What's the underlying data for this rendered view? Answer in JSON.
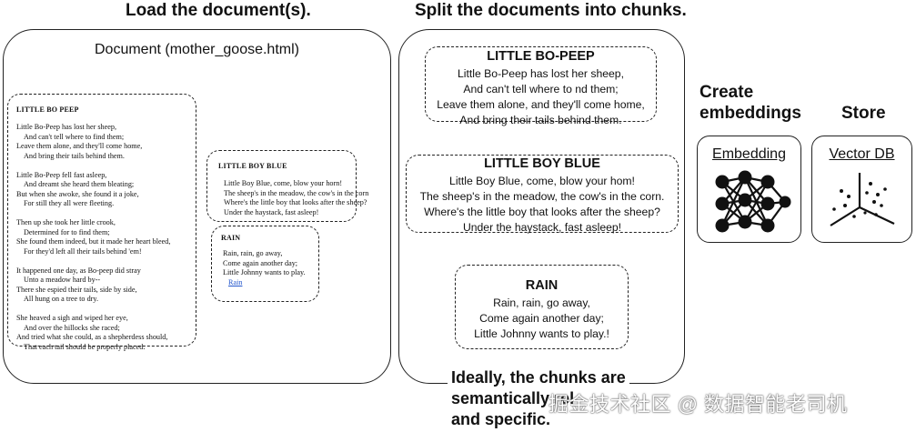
{
  "headings": {
    "load": "Load the document(s).",
    "split": "Split the documents into chunks.",
    "create": "Create embeddings",
    "store": "Store"
  },
  "document": {
    "title": "Document (mother_goose.html)",
    "bo_peep": {
      "title": "LITTLE BO PEEP",
      "stanzas": [
        [
          "Little Bo-Peep has lost her sheep,",
          "And can't tell where to find them;",
          "Leave them alone, and they'll come home,",
          "And bring their tails behind them."
        ],
        [
          "Little Bo-Peep fell fast asleep,",
          "And dreamt she heard them bleating;",
          "But when she awoke, she found it a joke,",
          "For still they all were fleeting."
        ],
        [
          "Then up she took her little crook,",
          "Determined for to find them;",
          "She found them indeed, but it made her heart bleed,",
          "For they'd left all their tails behind 'em!"
        ],
        [
          "It happened one day, as Bo-peep did stray",
          "Unto a meadow hard by--",
          "There she espied their tails, side by side,",
          "All hung on a tree to dry."
        ],
        [
          "She heaved a sigh and wiped her eye,",
          "And over the hillocks she raced;",
          "And tried what she could, as a shepherdess should,",
          "That each tail should be properly placed."
        ]
      ]
    },
    "boy_blue": {
      "title": "LITTLE BOY BLUE",
      "lines": [
        "Little Boy Blue, come, blow your horn!",
        "The sheep's in the meadow, the cow's in the corn",
        "Where's the little boy that looks after the sheep?",
        "Under the haystack, fast asleep!"
      ]
    },
    "rain": {
      "title": "RAIN",
      "lines": [
        "Rain, rain, go away,",
        "Come again another day;",
        "Little Johnny wants to play."
      ],
      "link": "Rain"
    }
  },
  "chunks": {
    "bo_peep": {
      "title": "LITTLE BO-PEEP",
      "lines": [
        "Little Bo-Peep has lost her sheep,",
        "And can't tell where to   nd them;",
        "Leave them alone, and they'll come home,",
        "And bring their tails behind them."
      ]
    },
    "boy_blue": {
      "title": "LITTLE BOY BLUE",
      "lines": [
        "Little Boy Blue, come, blow your hom!",
        "The sheep's in the meadow, the cow's in the corn.",
        "Where's the little boy that looks after the sheep?",
        "Under the haystack, fast asleep!"
      ]
    },
    "rain": {
      "title": "RAIN",
      "lines": [
        "Rain, rain, go away,",
        "Come again another day;",
        "Little Johnny wants to play.!"
      ]
    }
  },
  "note": {
    "lines": [
      "Ideally, the chunks are",
      "semantically rel",
      "and specific."
    ]
  },
  "tools": {
    "embedding": {
      "label": "Embedding",
      "icon": "neural-network-icon"
    },
    "vector_db": {
      "label": "Vector DB",
      "icon": "vector-scatter-icon"
    }
  },
  "watermark": "掘金技术社区 @ 数据智能老司机"
}
